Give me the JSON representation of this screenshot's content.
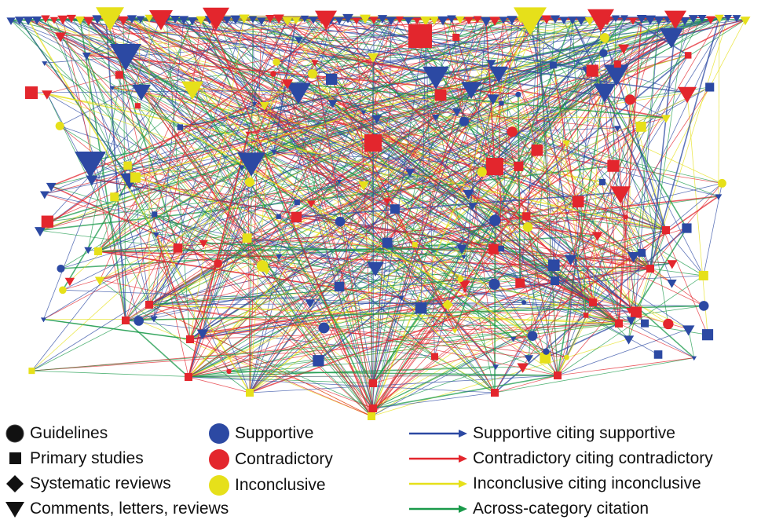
{
  "colors": {
    "supportive": "#2c49a3",
    "contradictory": "#e3262d",
    "inconclusive": "#e6e01a",
    "across": "#1a9a4a",
    "shape_black": "#111111"
  },
  "legend": {
    "shapes": [
      {
        "label": "Guidelines",
        "shape": "circle"
      },
      {
        "label": "Primary studies",
        "shape": "square"
      },
      {
        "label": "Systematic reviews",
        "shape": "diamond"
      },
      {
        "label": "Comments, letters, reviews",
        "shape": "triangle-down"
      }
    ],
    "categories": [
      {
        "label": "Supportive",
        "color_key": "supportive"
      },
      {
        "label": "Contradictory",
        "color_key": "contradictory"
      },
      {
        "label": "Inconclusive",
        "color_key": "inconclusive"
      }
    ],
    "edges": [
      {
        "label": "Supportive citing supportive",
        "color_key": "supportive"
      },
      {
        "label": "Contradictory citing contradictory",
        "color_key": "contradictory"
      },
      {
        "label": "Inconclusive citing inconclusive",
        "color_key": "inconclusive"
      },
      {
        "label": "Across-category citation",
        "color_key": "across"
      }
    ]
  }
}
